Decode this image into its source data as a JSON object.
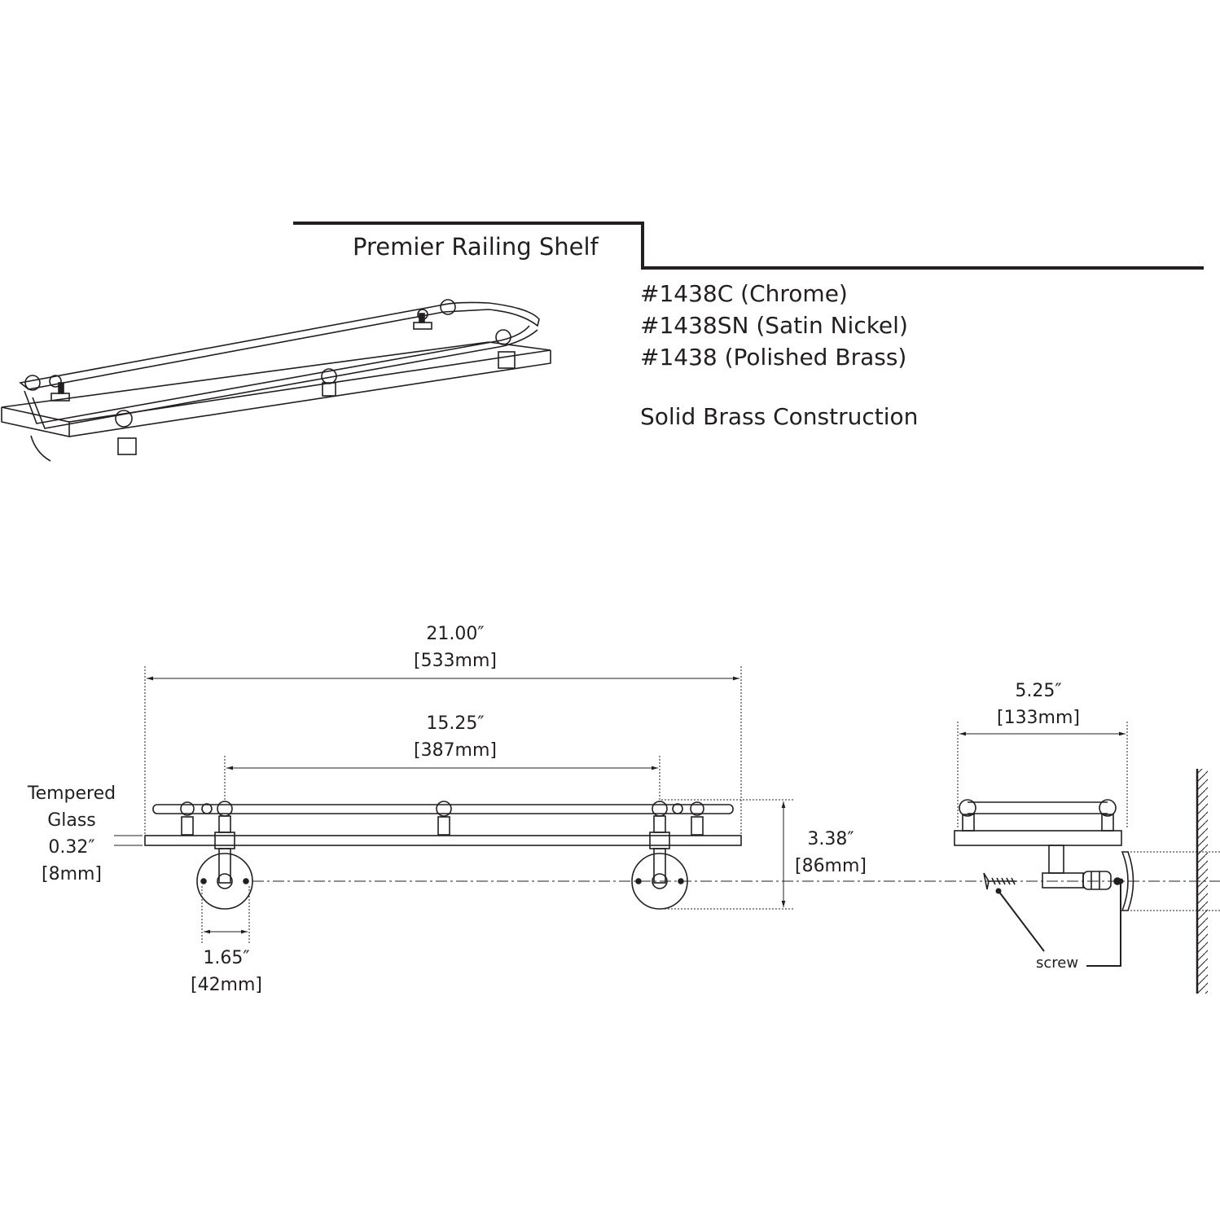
{
  "product": {
    "title": "Premier Railing Shelf",
    "models": [
      "#1438C (Chrome)",
      "#1438SN (Satin Nickel)",
      "#1438 (Polished Brass)"
    ],
    "construction": "Solid Brass Construction"
  },
  "dimensions": {
    "overall_width": {
      "in": "21.00″",
      "mm": "[533mm]"
    },
    "mount_spacing": {
      "in": "15.25″",
      "mm": "[387mm]"
    },
    "glass": {
      "label_line1": "Tempered",
      "label_line2": "Glass",
      "in": "0.32″",
      "mm": "[8mm]"
    },
    "height": {
      "in": "3.38″",
      "mm": "[86mm]"
    },
    "flange": {
      "in": "1.65″",
      "mm": "[42mm]"
    },
    "depth": {
      "in": "5.25″",
      "mm": "[133mm]"
    }
  },
  "callouts": {
    "screw": "screw"
  },
  "colors": {
    "line": "#231f20",
    "background": "#ffffff"
  }
}
